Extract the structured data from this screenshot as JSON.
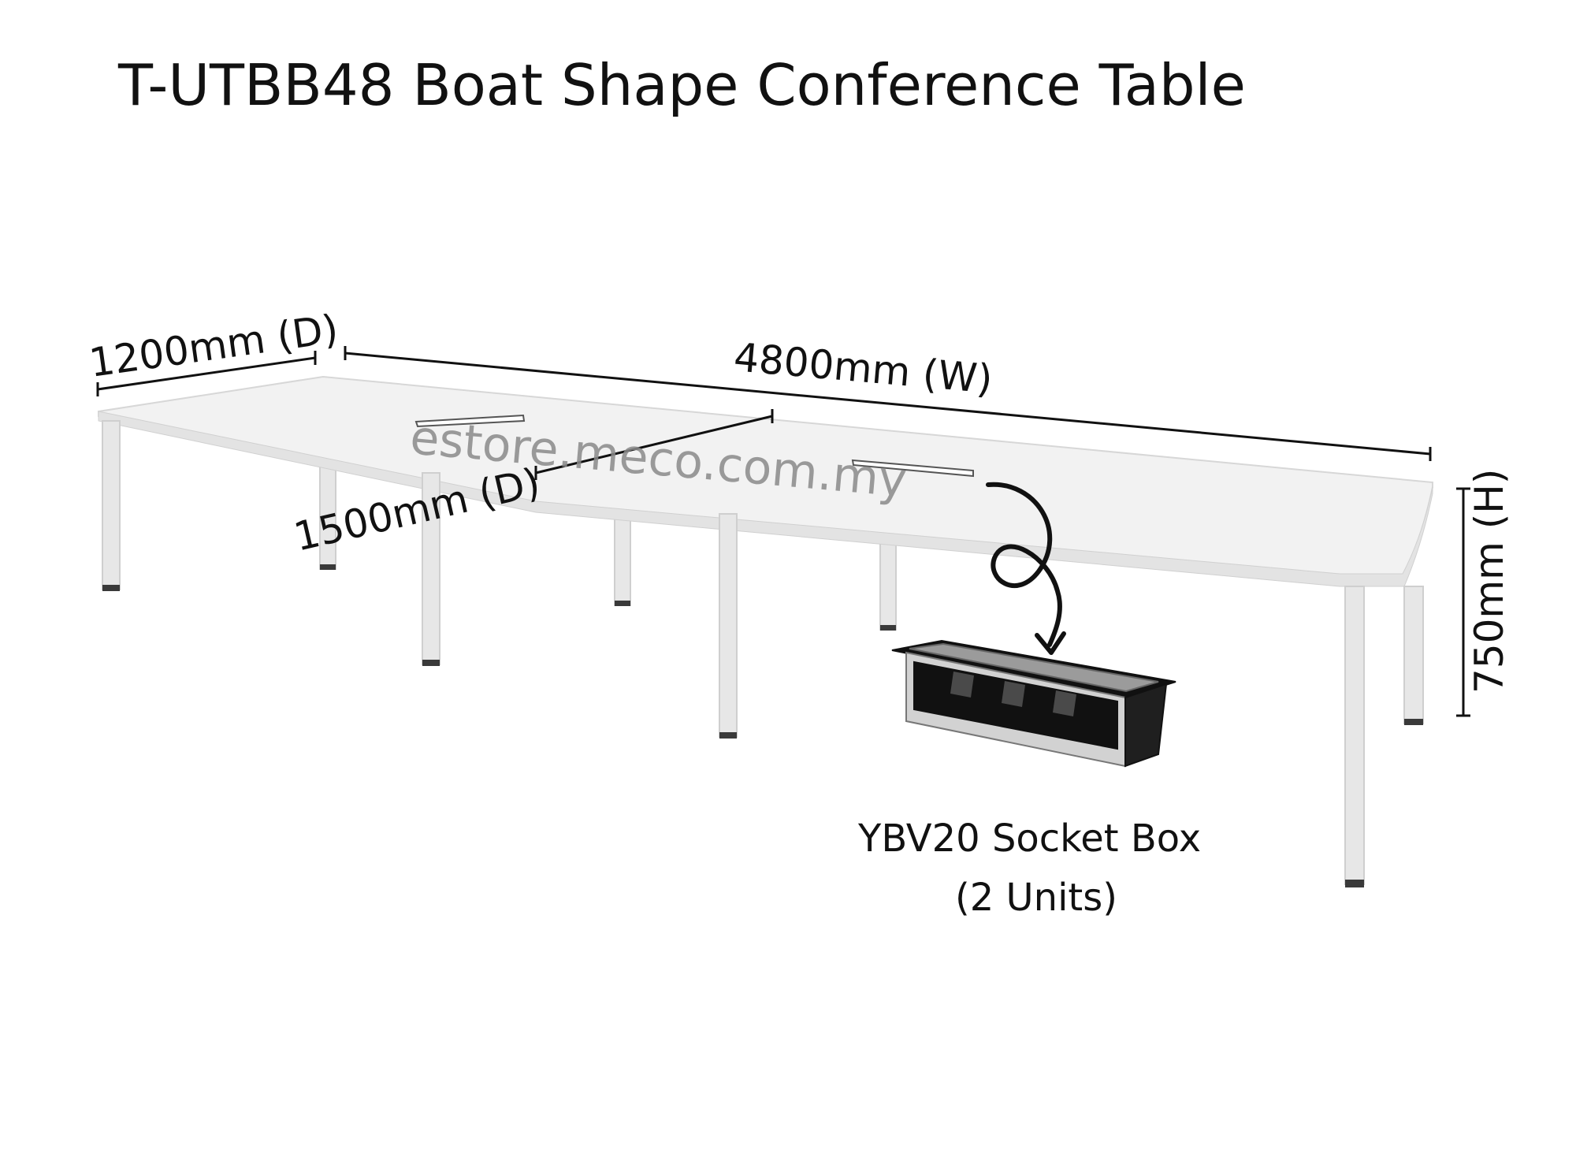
{
  "title": "T-UTBB48 Boat Shape Conference Table",
  "dimensions": {
    "depth_end": "1200mm (D)",
    "width": "4800mm (W)",
    "depth_middle": "1500mm (D)",
    "height": "750mm (H)"
  },
  "watermark": "estore.meco.com.my",
  "accessory": {
    "name": "YBV20 Socket Box",
    "quantity": "(2 Units)"
  },
  "colors": {
    "background": "#ffffff",
    "tabletop": "#f2f2f2",
    "legs": "#e7e7e7",
    "text": "#111111"
  }
}
